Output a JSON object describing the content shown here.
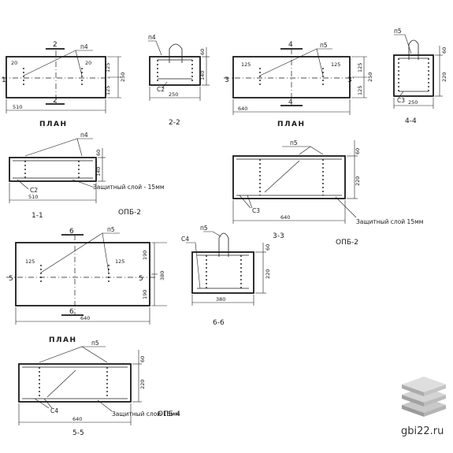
{
  "plan_opb2": {
    "plan_title": "ПЛАН",
    "section_mark": "2",
    "callout": "п4",
    "dim_edge_left": "20",
    "dim_edge_right": "20",
    "dim_length": "510",
    "dim_half_top": "125",
    "dim_half_bottom": "125",
    "dim_width": "250",
    "side_mark": "1"
  },
  "sec_2_2": {
    "title": "2-2",
    "callout": "п4",
    "rebar": "С2",
    "dim_height": "140",
    "dim_top": "60",
    "dim_width": "250"
  },
  "sec_1_1": {
    "title": "1-1",
    "callout": "п4",
    "rebar": "С2",
    "cover_note": "Защитный слой - 15мм",
    "dim_height": "140",
    "dim_top": "60",
    "dim_length": "510",
    "product": "ОПБ-2"
  },
  "plan_opb2b": {
    "plan_title": "ПЛАН",
    "section_mark": "4",
    "callout": "п5",
    "dim_left": "125",
    "dim_right": "125",
    "dim_length": "640",
    "dim_half_top": "125",
    "dim_half_bottom": "125",
    "dim_width": "250",
    "side_mark": "3"
  },
  "sec_4_4": {
    "title": "4-4",
    "callout": "п5",
    "rebar": "С3",
    "dim_height": "220",
    "dim_top": "60",
    "dim_width": "250"
  },
  "sec_3_3": {
    "title": "3-3",
    "callout": "п5",
    "rebar": "С3",
    "cover_note": "Защитный слой 15мм",
    "dim_height": "220",
    "dim_top": "60",
    "dim_length": "640",
    "product": "ОПБ-2"
  },
  "plan_opb4": {
    "plan_title": "ПЛАН",
    "section_mark": "6",
    "side_mark": "5",
    "callout": "п5",
    "dim_left": "125",
    "dim_right": "125",
    "dim_length": "640",
    "dim_half_top": "190",
    "dim_half_bottom": "190",
    "dim_width": "380"
  },
  "sec_6_6": {
    "title": "6-6",
    "callout": "п5",
    "rebar": "С4",
    "dim_height": "220",
    "dim_top": "60",
    "dim_width": "380"
  },
  "sec_5_5": {
    "title": "5-5",
    "callout": "п5",
    "rebar": "С4",
    "cover_note": "Защитный слой-15мм",
    "dim_height": "220",
    "dim_top": "60",
    "dim_length": "640",
    "product": "ОПБ-4"
  },
  "watermark": {
    "site": "gbi22.ru",
    "logo_icon": "stacked-slabs-icon"
  }
}
